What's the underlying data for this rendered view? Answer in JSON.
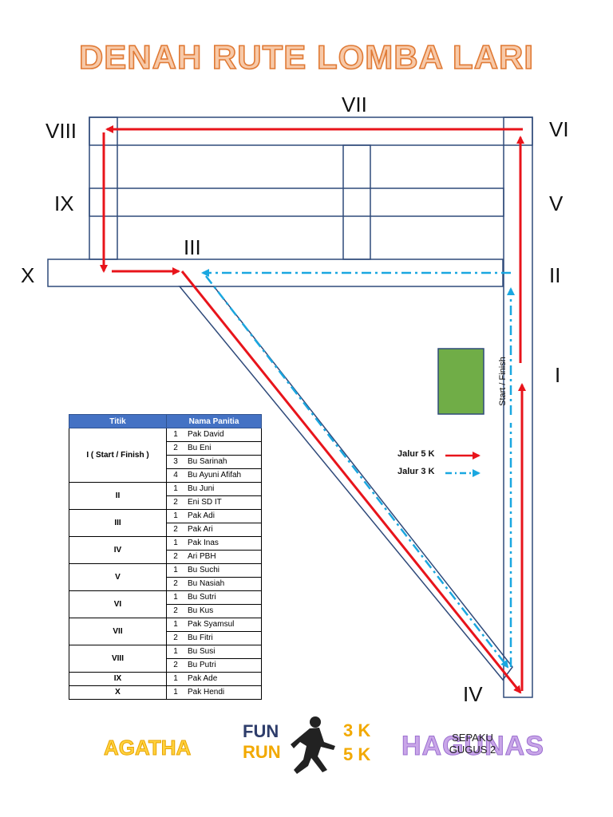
{
  "title": "DENAH RUTE LOMBA LARI",
  "points": {
    "I": "I",
    "II": "II",
    "III": "III",
    "IV": "IV",
    "V": "V",
    "VI": "VI",
    "VII": "VII",
    "VIII": "VIII",
    "IX": "IX",
    "X": "X"
  },
  "start_finish_label": "Start / Finish",
  "legend": {
    "five_k": "Jalur 5 K",
    "three_k": "Jalur 3 K",
    "five_k_color": "#E8141B",
    "three_k_color": "#1AA7E0"
  },
  "table": {
    "headers": [
      "Titik",
      "Nama Panitia"
    ],
    "groups": [
      {
        "point": "I ( Start / Finish )",
        "members": [
          [
            "1",
            "Pak David"
          ],
          [
            "2",
            "Bu Eni"
          ],
          [
            "3",
            "Bu Sarinah"
          ],
          [
            "4",
            "Bu Ayuni Afifah"
          ]
        ]
      },
      {
        "point": "II",
        "members": [
          [
            "1",
            "Bu Juni"
          ],
          [
            "2",
            "Eni SD IT"
          ]
        ]
      },
      {
        "point": "III",
        "members": [
          [
            "1",
            "Pak Adi"
          ],
          [
            "2",
            "Pak Ari"
          ]
        ]
      },
      {
        "point": "IV",
        "members": [
          [
            "1",
            "Pak Inas"
          ],
          [
            "2",
            "Ari PBH"
          ]
        ]
      },
      {
        "point": "V",
        "members": [
          [
            "1",
            "Bu Suchi"
          ],
          [
            "2",
            "Bu Nasiah"
          ]
        ]
      },
      {
        "point": "VI",
        "members": [
          [
            "1",
            "Bu Sutri"
          ],
          [
            "2",
            "Bu Kus"
          ]
        ]
      },
      {
        "point": "VII",
        "members": [
          [
            "1",
            "Pak Syamsul"
          ],
          [
            "2",
            "Bu Fitri"
          ]
        ]
      },
      {
        "point": "VIII",
        "members": [
          [
            "1",
            "Bu Susi"
          ],
          [
            "2",
            "Bu Putri"
          ]
        ]
      },
      {
        "point": "IX",
        "members": [
          [
            "1",
            "Pak Ade"
          ]
        ]
      },
      {
        "point": "X",
        "members": [
          [
            "1",
            "Pak Hendi"
          ]
        ]
      }
    ]
  },
  "footer": {
    "agatha": "AGATHA",
    "fun": "FUN",
    "run": "RUN",
    "three_k": "3 K",
    "five_k": "5 K",
    "hagus": "HAGUNAS",
    "sepaku_line1": "SEPAKU",
    "sepaku_line2": "GUGUS 2"
  },
  "colors": {
    "road_outline": "#2F4A7A",
    "field": "#70AD47"
  }
}
